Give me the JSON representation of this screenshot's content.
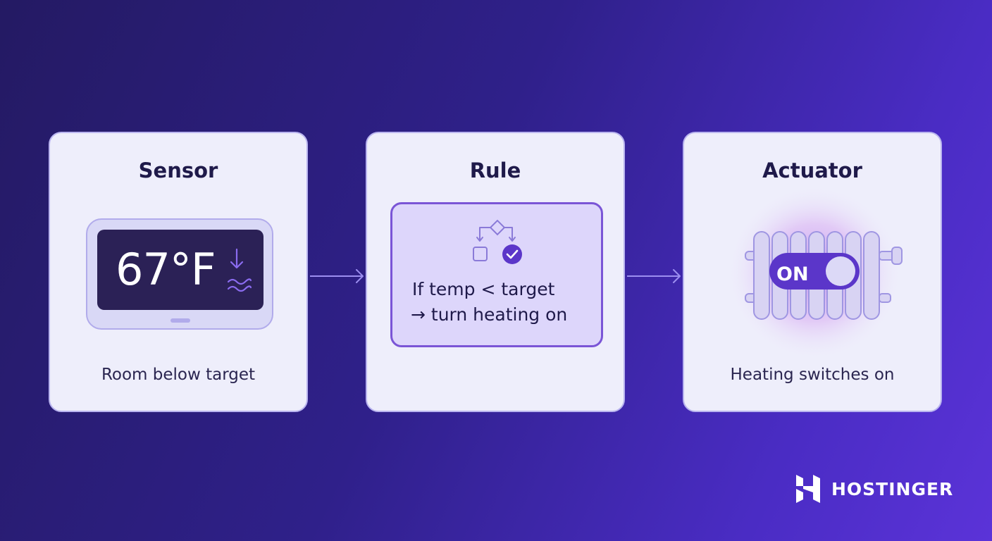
{
  "cards": {
    "sensor": {
      "title": "Sensor",
      "caption": "Room below target",
      "temperature": "67°F"
    },
    "rule": {
      "title": "Rule",
      "line1": "If temp < target",
      "line2": "→ turn heating on"
    },
    "actuator": {
      "title": "Actuator",
      "caption": "Heating switches on",
      "toggle_label": "ON"
    }
  },
  "brand": {
    "name": "HOSTINGER"
  },
  "colors": {
    "accent": "#6a42d8",
    "card_bg": "#eeeefb",
    "screen": "#2b2156"
  }
}
